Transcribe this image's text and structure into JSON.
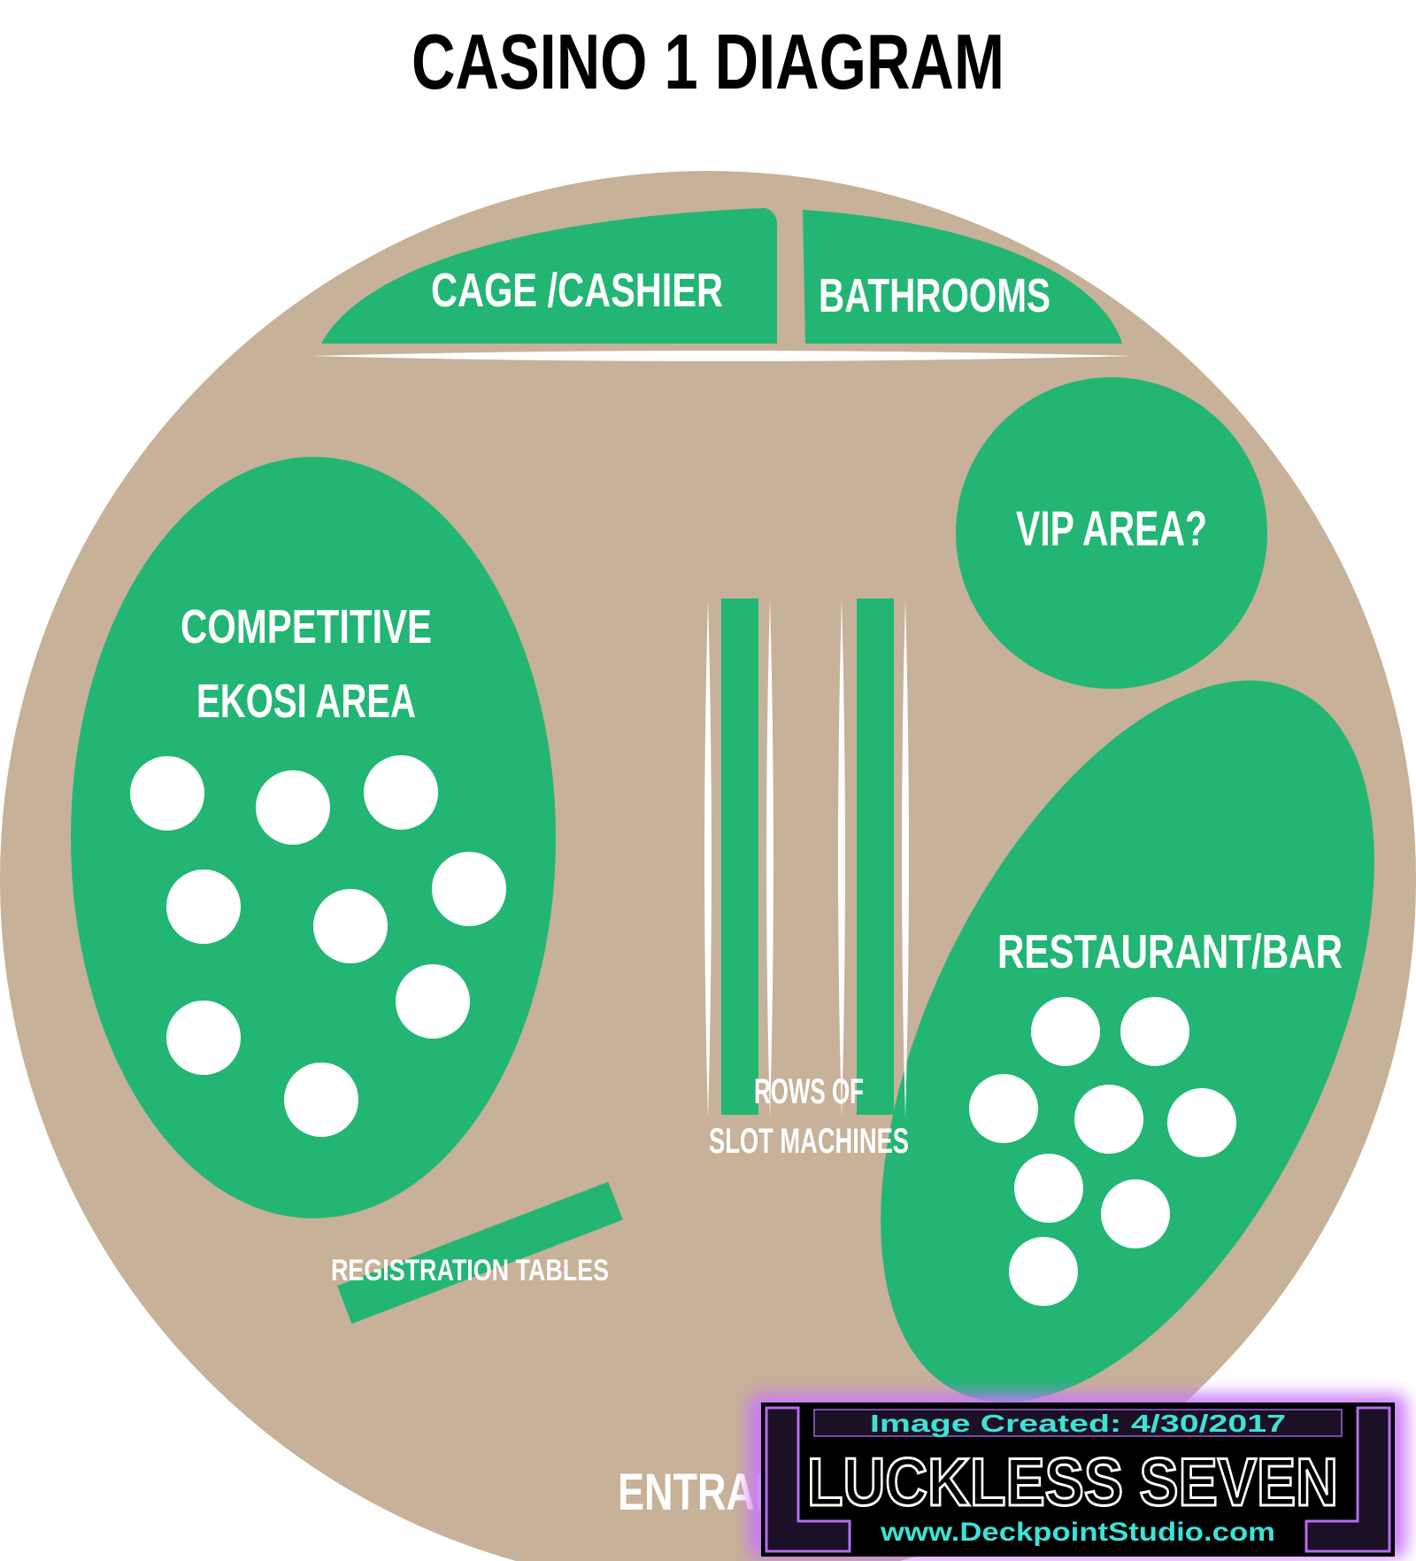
{
  "title": "CASINO 1 DIAGRAM",
  "colors": {
    "floor": "#c7b198",
    "zone": "#23b574",
    "table": "#ffffff",
    "title": "#000000",
    "label": "#ffffff",
    "watermark_glow": "#c873ff",
    "watermark_panel": "#000000",
    "watermark_accent": "#3be3d6"
  },
  "zones": {
    "cage": "CAGE /CASHIER",
    "bathrooms": "BATHROOMS",
    "vip": "VIP AREA?",
    "competitive_line1": "COMPETITIVE",
    "competitive_line2": "EKOSI AREA",
    "restaurant": "RESTAURANT/BAR",
    "slots_line1": "ROWS OF",
    "slots_line2": "SLOT MACHINES",
    "registration": "REGISTRATION TABLES",
    "entrance": "ENTRANCE"
  },
  "watermark": {
    "created": "Image Created: 4/30/2017",
    "brand": "LUCKLESS SEVEN",
    "url": "www.DeckpointStudio.com"
  }
}
